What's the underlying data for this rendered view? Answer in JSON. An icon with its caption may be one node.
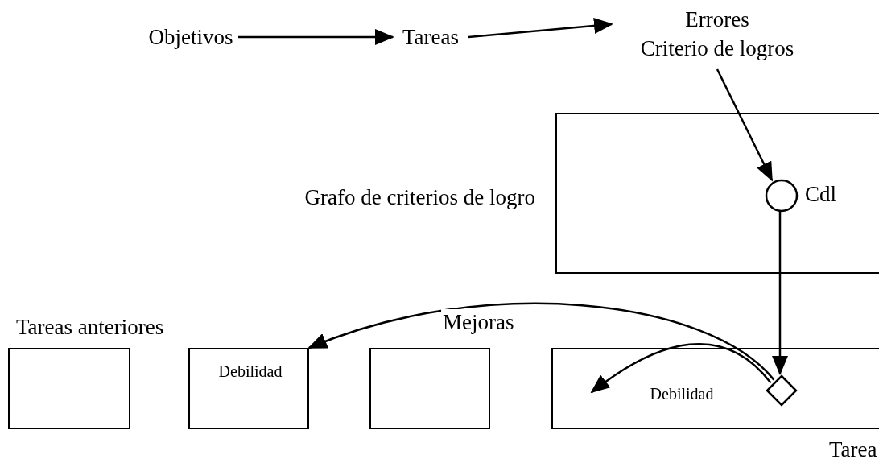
{
  "diagram": {
    "nodes": [
      {
        "text": [
          "Objetivos"
        ]
      },
      {
        "text": [
          "Tareas"
        ]
      },
      {
        "text": [
          "Errores",
          "Criterio de logros"
        ]
      },
      {
        "text": [],
        "shape": "box",
        "beside": [
          "Grafo de criterios de logro"
        ]
      },
      {
        "text": [],
        "shape": "circle",
        "in": 3,
        "beside": [
          "Cdl"
        ]
      },
      {
        "text": [],
        "shape": "box"
      },
      {
        "text": [
          "Debilidad"
        ]
      },
      {
        "text": [],
        "shape": "box"
      },
      {
        "text": [
          "Debilidad"
        ],
        "beside": [
          "Tarea"
        ]
      },
      {
        "text": [],
        "shape": "diamond",
        "in": 8
      }
    ],
    "edges": [
      {
        "from": 0,
        "to": 1,
        "arrow": "to"
      },
      {
        "from": 1,
        "to": 2,
        "arrow": "to"
      },
      {
        "from": 2,
        "to": 4,
        "arrow": "to"
      },
      {
        "from": 4,
        "to": 9,
        "arrow": "to"
      },
      {
        "from": 9,
        "to": 6,
        "arrow": "to",
        "label": "Mejoras"
      },
      {
        "from": 9,
        "to": null,
        "arrow": "to"
      }
    ],
    "labels": [
      "Tareas anteriores"
    ]
  }
}
